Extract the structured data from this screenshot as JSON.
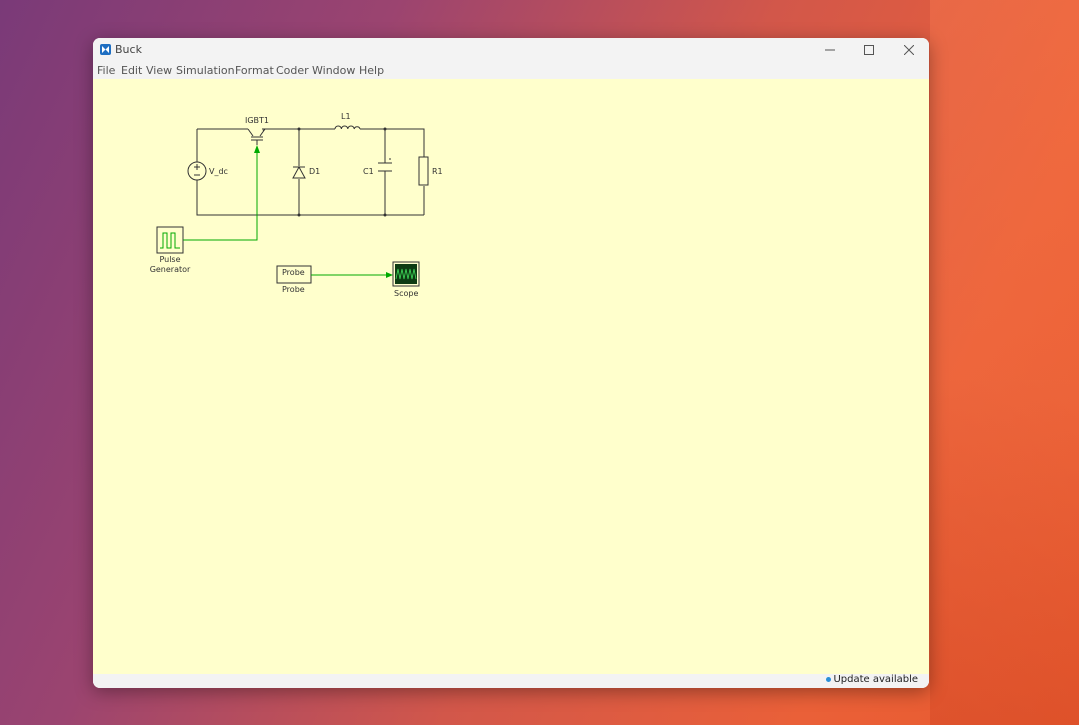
{
  "window": {
    "title": "Buck"
  },
  "menu": [
    "File",
    "Edit",
    "View",
    "Simulation",
    "Format",
    "Coder",
    "Window",
    "Help"
  ],
  "schematic": {
    "labels": {
      "igbt": "IGBT1",
      "inductor": "L1",
      "vdc": "V_dc",
      "diode": "D1",
      "capacitor": "C1",
      "resistor": "R1",
      "pulse_gen_line1": "Pulse",
      "pulse_gen_line2": "Generator",
      "probe_block": "Probe",
      "probe_name": "Probe",
      "scope": "Scope"
    },
    "colors": {
      "wire": "#333333",
      "signal": "#00aa00",
      "canvas": "#ffffcc"
    }
  },
  "status": {
    "update_text": "Update available"
  }
}
